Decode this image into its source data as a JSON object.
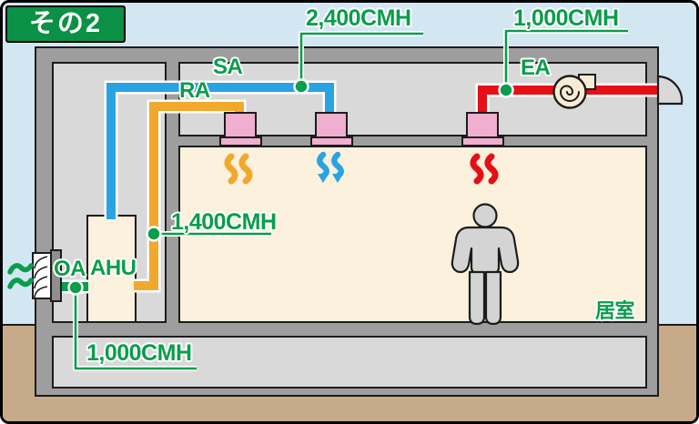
{
  "badge": {
    "label": "その2"
  },
  "ducts": {
    "sa": {
      "label": "SA",
      "flow": "2,400CMH",
      "color": "#2aa3e3"
    },
    "ra": {
      "label": "RA",
      "flow": "1,400CMH",
      "color": "#f2a82c"
    },
    "ea": {
      "label": "EA",
      "flow": "1,000CMH",
      "color": "#e60e17"
    },
    "oa": {
      "label": "OA",
      "flow": "1,000CMH",
      "color": "#0a9d4b"
    }
  },
  "equipment": {
    "ahu": "AHU"
  },
  "room": {
    "label": "居室"
  },
  "icons": {
    "fan": "exhaust-fan-icon",
    "louver": "outside-air-louver-icon",
    "exhaust_cap": "exhaust-hood-icon",
    "person": "occupant-icon",
    "waves_warm": "warm-airflow-icon",
    "waves_cool": "cool-supply-airflow-icon",
    "waves_exhaust": "exhaust-airflow-icon",
    "waves_outside": "outside-air-waves-icon"
  },
  "colors": {
    "sky": "#d3e7f3",
    "ground": "#c7aa89",
    "wall": "#9e9e9e",
    "service_space": "#d9d9d9",
    "room_interior": "#fbf1dc",
    "diffuser_pink": "#f0aed0",
    "accent_green": "#0a9d4b",
    "badge_green": "#0b9145"
  }
}
